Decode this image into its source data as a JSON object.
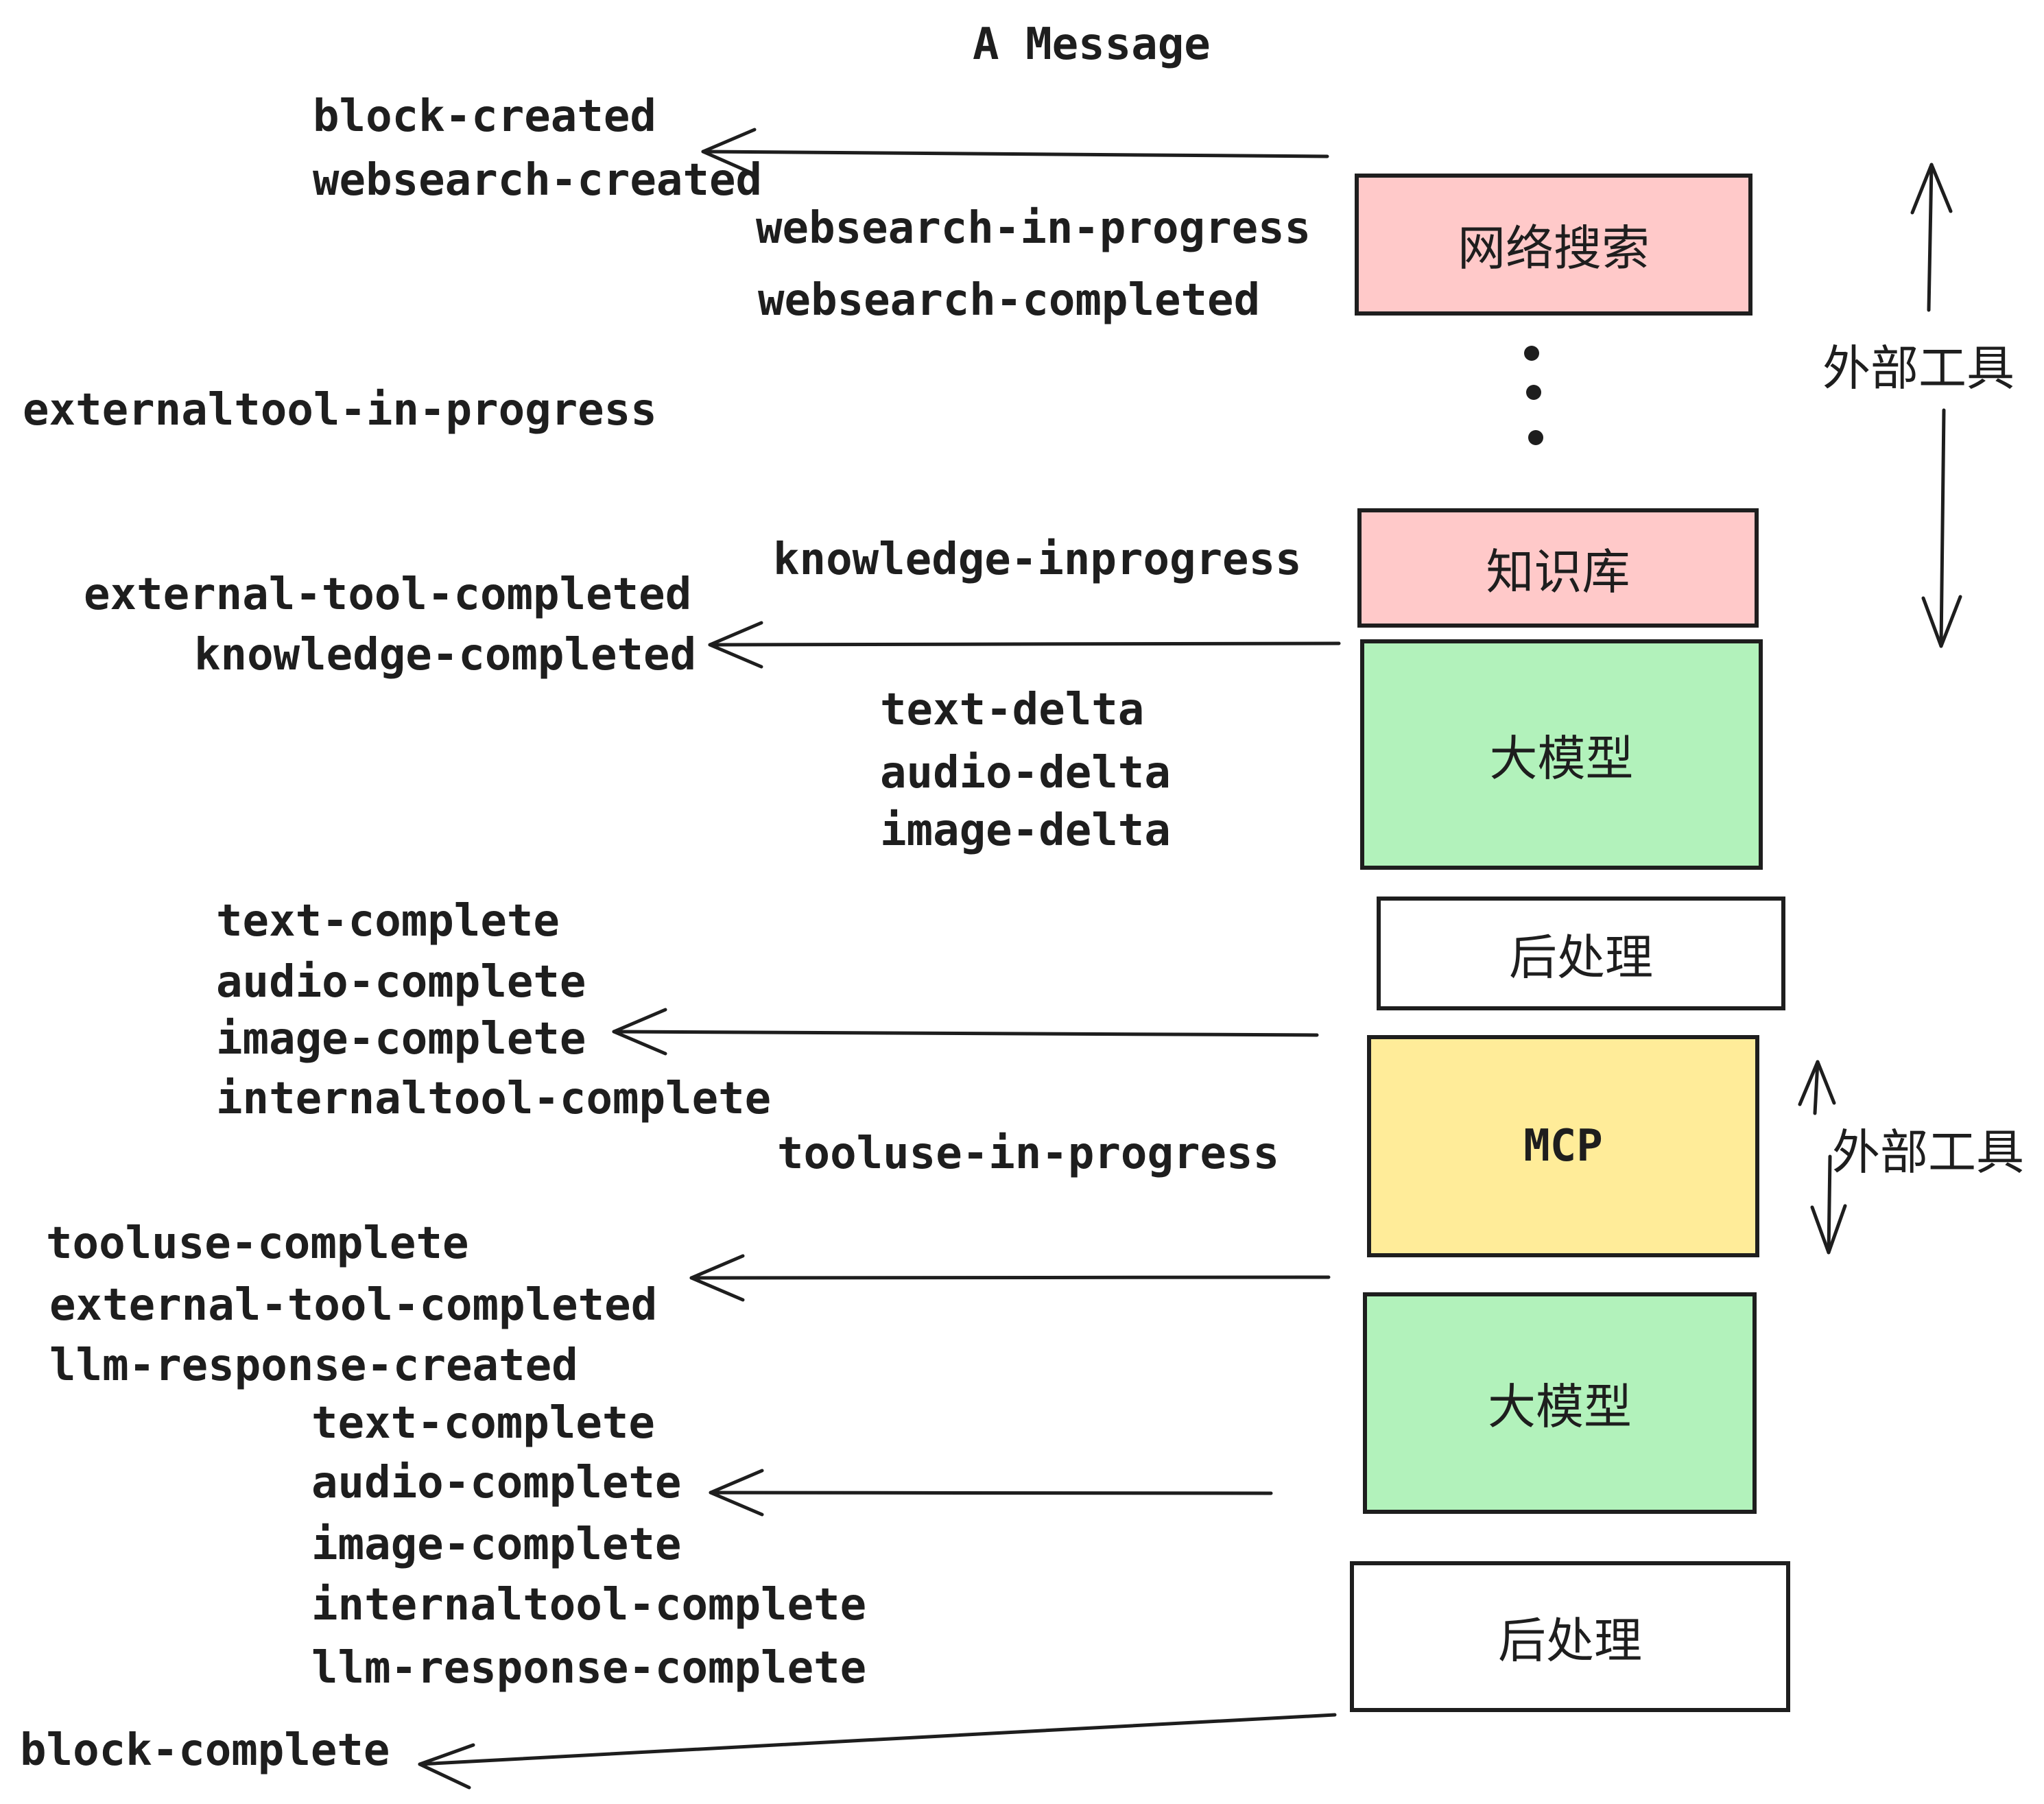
{
  "title": "A Message",
  "colors": {
    "background": "#FFFFFF",
    "stroke": "#1e1e1e",
    "box_pink": "#FFC9C9",
    "box_green": "#B2F2BB",
    "box_yellow": "#FFEC99",
    "box_white": "#FFFFFF"
  },
  "boxes": [
    {
      "label": "网络搜索",
      "color": "#FFC9C9"
    },
    {
      "label": "知识库",
      "color": "#FFC9C9"
    },
    {
      "label": "大模型",
      "color": "#B2F2BB"
    },
    {
      "label": "后处理",
      "color": "#FFFFFF"
    },
    {
      "label": "MCP",
      "color": "#FFEC99"
    },
    {
      "label": "大模型",
      "color": "#B2F2BB"
    },
    {
      "label": "后处理",
      "color": "#FFFFFF"
    }
  ],
  "side_labels": [
    {
      "text": "外部工具"
    },
    {
      "text": "外部工具"
    }
  ],
  "events": [
    {
      "text": "block-created"
    },
    {
      "text": "websearch-created"
    },
    {
      "text": "websearch-in-progress"
    },
    {
      "text": "websearch-completed"
    },
    {
      "text": "externaltool-in-progress"
    },
    {
      "text": "knowledge-inprogress"
    },
    {
      "text": "external-tool-completed"
    },
    {
      "text": "knowledge-completed"
    },
    {
      "text": "text-delta"
    },
    {
      "text": "audio-delta"
    },
    {
      "text": "image-delta"
    },
    {
      "text": "text-complete"
    },
    {
      "text": "audio-complete"
    },
    {
      "text": "image-complete"
    },
    {
      "text": "internaltool-complete"
    },
    {
      "text": "tooluse-in-progress"
    },
    {
      "text": "tooluse-complete"
    },
    {
      "text": "external-tool-completed"
    },
    {
      "text": "llm-response-created"
    },
    {
      "text": "text-complete"
    },
    {
      "text": "audio-complete"
    },
    {
      "text": "image-complete"
    },
    {
      "text": "internaltool-complete"
    },
    {
      "text": "llm-response-complete"
    },
    {
      "text": "block-complete"
    }
  ]
}
